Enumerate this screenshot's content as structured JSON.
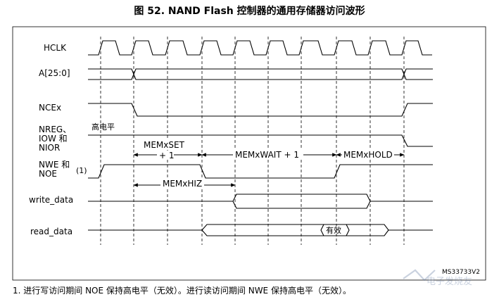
{
  "figure": {
    "title": "图 52. NAND Flash 控制器的通用存储器访问波形",
    "figure_id": "MS33733V2",
    "footnote": "1.   进行写访问期间 NOE 保持高电平（无效）。进行读访问期间 NWE 保持高电平（无效）。",
    "watermark": "电子发烧友"
  },
  "signals": {
    "hclk": "HCLK",
    "addr": "A[25:0]",
    "ncex": "NCEx",
    "nreg_1": "NREG、",
    "nreg_2": "IOW 和",
    "nreg_3": "NIOR",
    "nwe_1": "NWE 和",
    "nwe_2": "NOE",
    "write_data": "write_data",
    "read_data": "read_data"
  },
  "annotations": {
    "high_level": "高电平",
    "note_marker": "(1)",
    "memset_1": "MEMxSET",
    "memset_2": "+ 1",
    "memwait": "MEMxWAIT + 1",
    "memhold": "MEMxHOLD",
    "memhiz": "MEMxHIZ",
    "valid": "有效"
  },
  "colors": {
    "line": "#000000",
    "background": "#ffffff"
  }
}
